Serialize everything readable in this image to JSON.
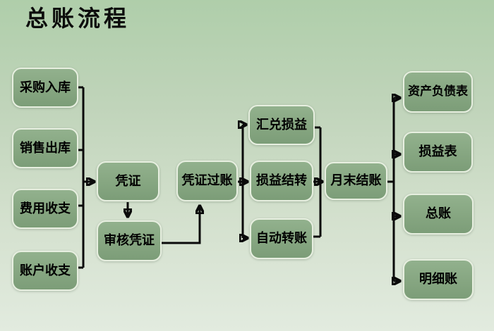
{
  "title": "总账流程",
  "nodes": {
    "purchase_inbound": "采购入库",
    "sales_outbound": "销售出库",
    "expense_income": "费用收支",
    "account_income": "账户收支",
    "voucher": "凭证",
    "audit_voucher": "审核凭证",
    "voucher_posting": "凭证过账",
    "exchange_gain_loss": "汇兑损益",
    "profit_loss_carryover": "损益结转",
    "auto_transfer": "自动转账",
    "month_end_closing": "月末结账",
    "balance_sheet": "资产负债表",
    "income_statement": "损益表",
    "general_ledger": "总账",
    "detail_ledger": "明细账"
  },
  "edges": [
    {
      "from": "采购入库",
      "to": "凭证"
    },
    {
      "from": "销售出库",
      "to": "凭证"
    },
    {
      "from": "费用收支",
      "to": "凭证"
    },
    {
      "from": "账户收支",
      "to": "凭证"
    },
    {
      "from": "凭证",
      "to": "审核凭证"
    },
    {
      "from": "审核凭证",
      "to": "凭证过账"
    },
    {
      "from": "凭证过账",
      "to": "汇兑损益"
    },
    {
      "from": "凭证过账",
      "to": "损益结转"
    },
    {
      "from": "凭证过账",
      "to": "自动转账"
    },
    {
      "from": "汇兑损益",
      "to": "月末结账"
    },
    {
      "from": "损益结转",
      "to": "月末结账"
    },
    {
      "from": "自动转账",
      "to": "月末结账"
    },
    {
      "from": "月末结账",
      "to": "资产负债表"
    },
    {
      "from": "月末结账",
      "to": "损益表"
    },
    {
      "from": "月末结账",
      "to": "总账"
    },
    {
      "from": "月末结账",
      "to": "明细账"
    }
  ],
  "colors": {
    "background_top": "#afceaa",
    "background_bottom": "#e2ebdf",
    "node_fill_top": "#92b18d",
    "node_fill_bottom": "#7c9d78",
    "node_border": "#e7efe0",
    "connector_line": "#0a0a0a",
    "text": "#000000"
  }
}
